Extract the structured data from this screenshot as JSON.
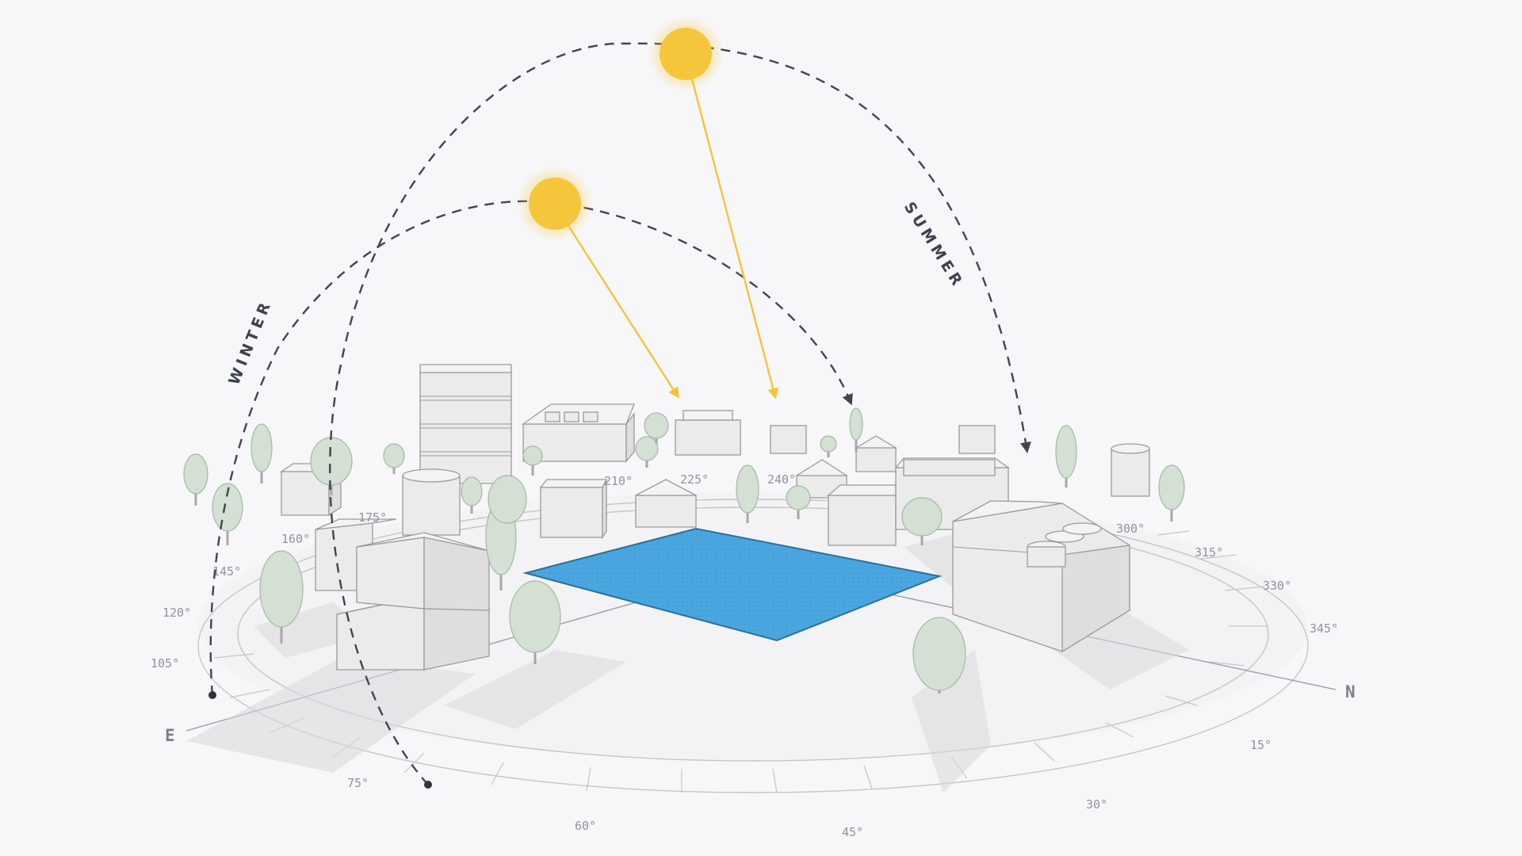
{
  "colors": {
    "background": "#f7f7f9",
    "sun": "#f5c63c",
    "sun_ray": "#f3c43b",
    "panel": "#4aa6de",
    "path": "#404552",
    "building": "#ebebeb",
    "tree": "#d3e0d3"
  },
  "labels": {
    "summer": "SUMMER",
    "winter": "WINTER",
    "east": "E",
    "north": "N"
  },
  "degree_ticks": [
    {
      "label": "210°"
    },
    {
      "label": "225°"
    },
    {
      "label": "240°"
    },
    {
      "label": "175°"
    },
    {
      "label": "160°"
    },
    {
      "label": "145°"
    },
    {
      "label": "120°"
    },
    {
      "label": "105°"
    },
    {
      "label": "75°"
    },
    {
      "label": "60°"
    },
    {
      "label": "45°"
    },
    {
      "label": "30°"
    },
    {
      "label": "15°"
    },
    {
      "label": "345°"
    },
    {
      "label": "330°"
    },
    {
      "label": "315°"
    },
    {
      "label": "300°"
    }
  ],
  "icons": {
    "summer_sun": "sun-icon",
    "winter_sun": "sun-icon"
  }
}
